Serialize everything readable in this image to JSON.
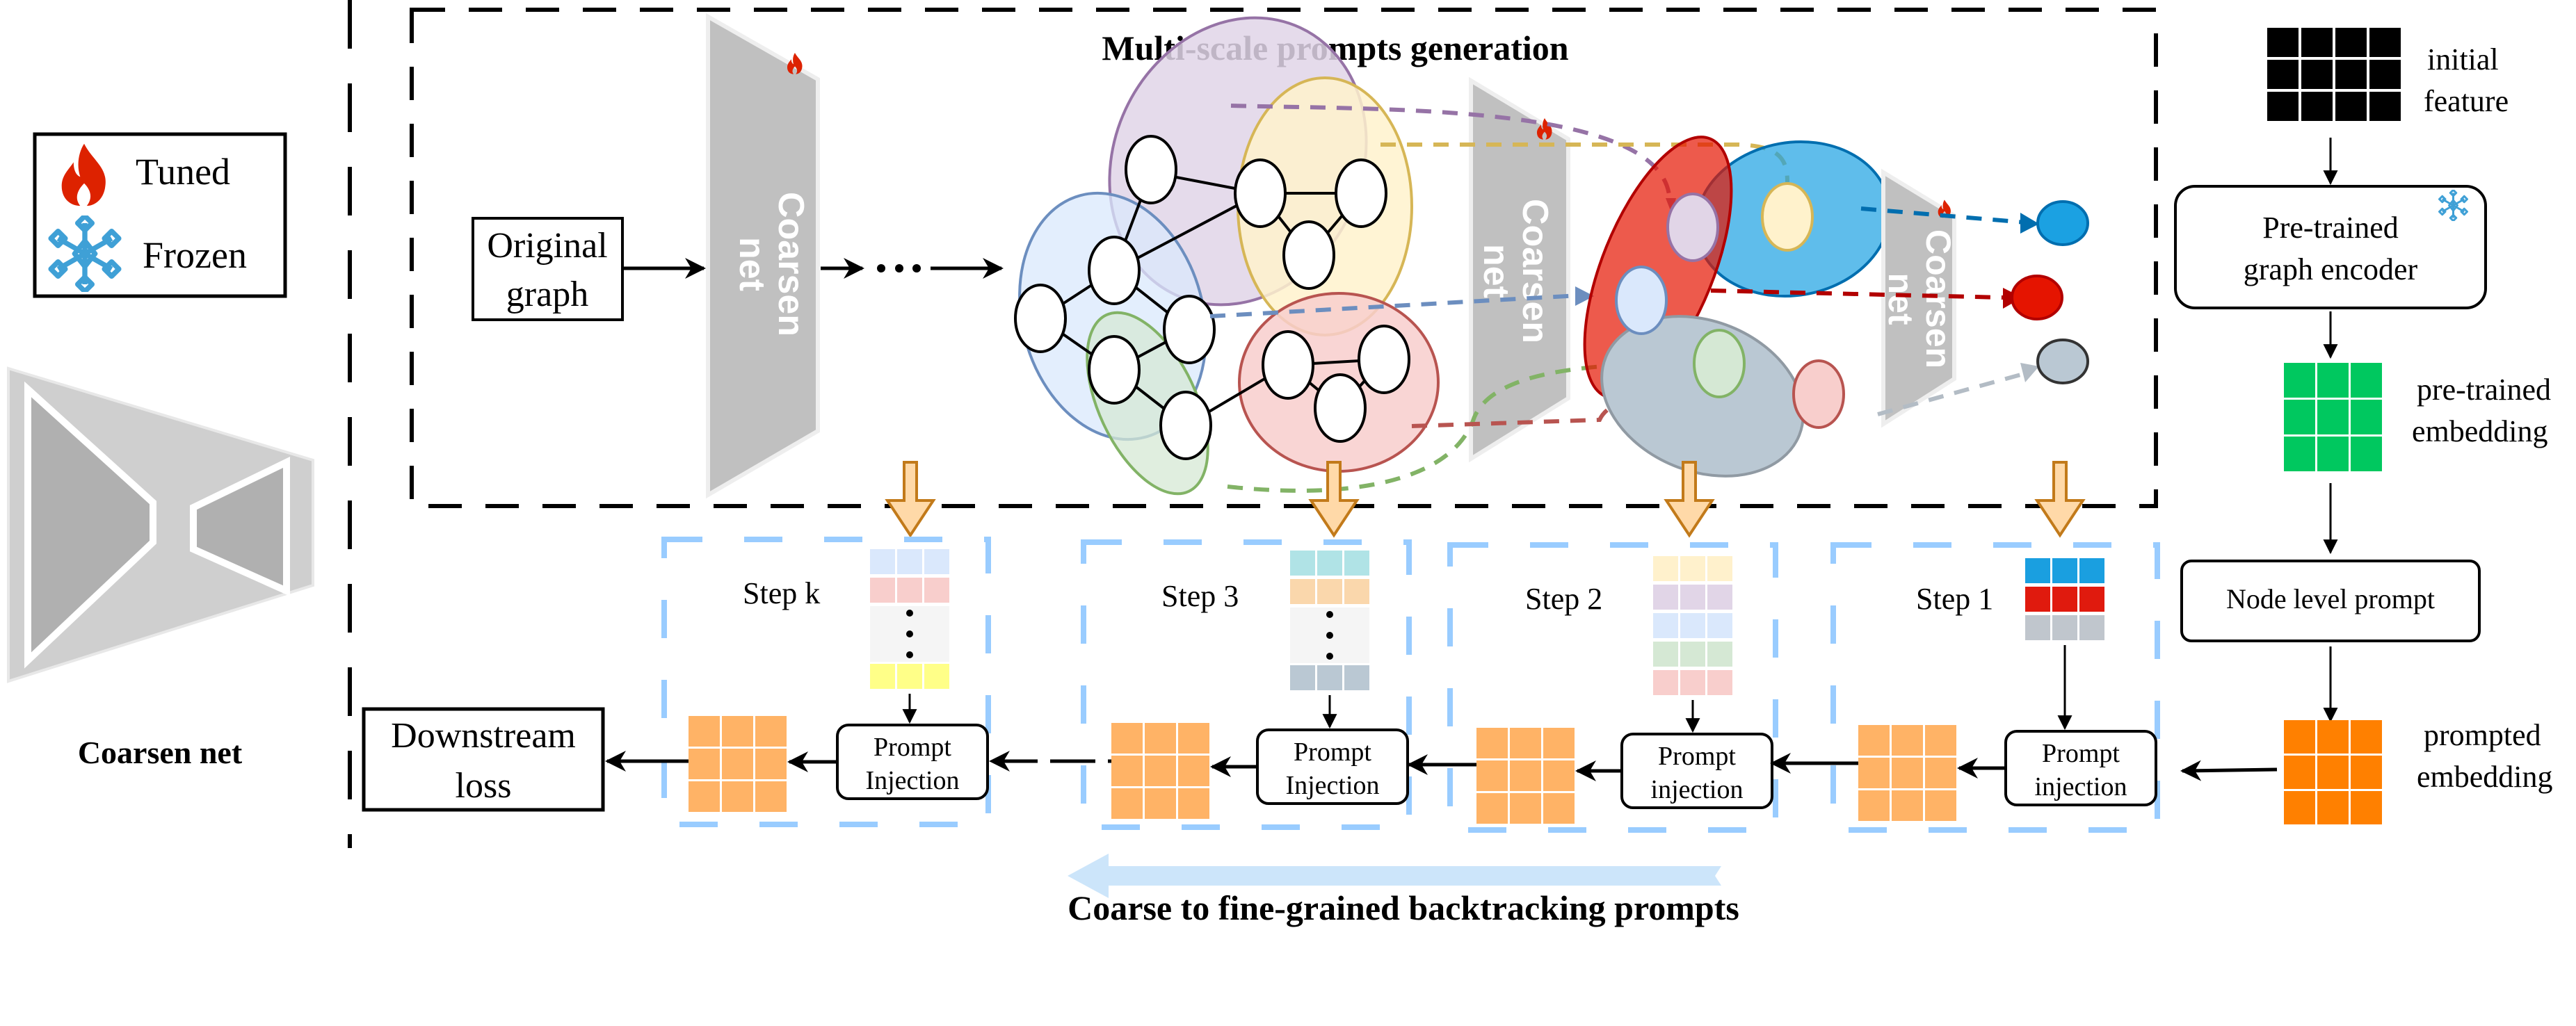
{
  "title": "Multi-scale prompts generation",
  "bottom_caption": "Coarse to fine-grained backtracking prompts",
  "legend": {
    "tuned_label": "Tuned",
    "frozen_label": "Frozen",
    "tuned_icon": "flame-icon",
    "frozen_icon": "snowflake-icon"
  },
  "coarsen_icon": {
    "label": "Coarsen net"
  },
  "original_graph": {
    "line1": "Original",
    "line2": "graph"
  },
  "coarsen_block": {
    "line1": "Coarsen",
    "line2": "net"
  },
  "right_pipeline": {
    "initial_feature": {
      "line1": "initial",
      "line2": "feature"
    },
    "encoder": {
      "line1": "Pre-trained",
      "line2": "graph encoder"
    },
    "pretrained_embedding": {
      "line1": "pre-trained",
      "line2": "embedding"
    },
    "node_level_prompt": "Node level prompt",
    "prompted_embedding": {
      "line1": "prompted",
      "line2": "embedding"
    }
  },
  "steps": [
    {
      "label": "Step 1",
      "inj1": "Prompt",
      "inj2": "injection",
      "prompt_colors": [
        "#1a9fe0",
        "#e01a0e",
        "#c0c6cd"
      ],
      "ellipsis": false
    },
    {
      "label": "Step 2",
      "inj1": "Prompt",
      "inj2": "injection",
      "prompt_colors": [
        "#fff1cc",
        "#e1d5e7",
        "#dae8fc",
        "#d5e8d4",
        "#f8cecc"
      ],
      "ellipsis": false
    },
    {
      "label": "Step 3",
      "inj1": "Prompt",
      "inj2": "Injection",
      "prompt_colors": [
        "#b0e3e6",
        "#fad7ac",
        "#bac8d3"
      ],
      "ellipsis": true
    },
    {
      "label": "Step k",
      "inj1": "Prompt",
      "inj2": "Injection",
      "prompt_colors": [
        "#dae8fc",
        "#f8cecc",
        "#ffff88"
      ],
      "ellipsis": true
    }
  ],
  "downstream": {
    "line1": "Downstream",
    "line2": "loss"
  },
  "colors": {
    "tuned": "#dd2200",
    "frozen": "#3fa0d6",
    "pretrained_embedding": "#00c85f",
    "prompted_embedding": "#ff8000",
    "step_embedding": "#ffb366",
    "step_border": "#99ccff",
    "down_arrow_fill": "#ffd9a8",
    "down_arrow_stroke": "#c27a1a",
    "backtrack_arrow": "#cce5fa",
    "coarsen_fill": "#c0c0c0"
  }
}
